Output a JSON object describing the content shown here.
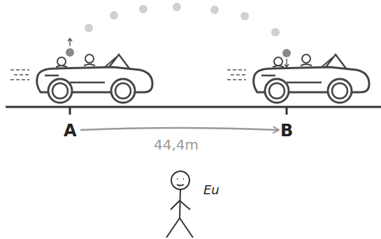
{
  "diagram": {
    "labels": [
      "A",
      "B",
      "44,4m",
      "Eu"
    ]
  }
}
